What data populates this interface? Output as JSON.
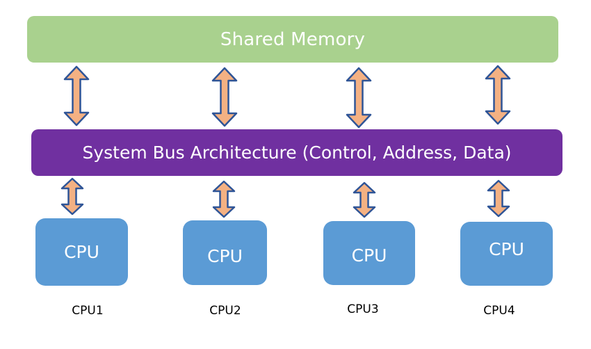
{
  "colors": {
    "memory_fill": "#a9d18e",
    "bus_fill": "#7030a0",
    "cpu_fill": "#5b9bd5",
    "arrow_fill": "#f4b183",
    "arrow_stroke": "#2f5597",
    "box_text": "#ffffff",
    "caption_text": "#000000"
  },
  "memory": {
    "label": "Shared Memory"
  },
  "bus": {
    "label": "System Bus Architecture (Control, Address, Data)"
  },
  "cpus": [
    {
      "box_label": "CPU",
      "caption": "CPU1"
    },
    {
      "box_label": "CPU",
      "caption": "CPU2"
    },
    {
      "box_label": "CPU",
      "caption": "CPU3"
    },
    {
      "box_label": "CPU",
      "caption": "CPU4"
    }
  ],
  "icons": {
    "connector": "double-headed-arrow-icon"
  }
}
